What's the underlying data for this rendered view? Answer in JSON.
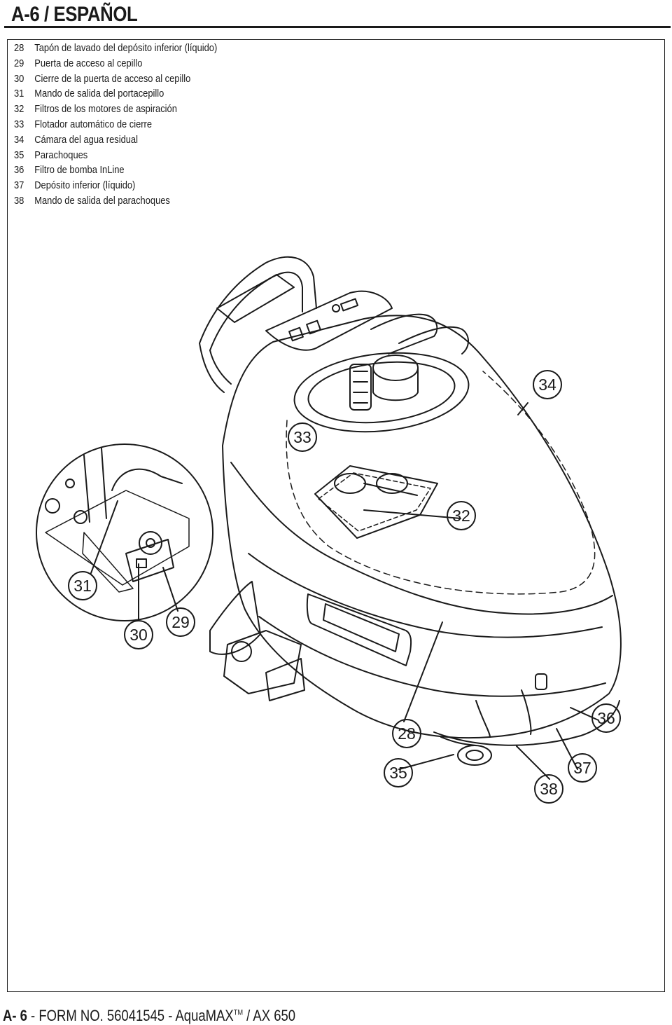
{
  "header": {
    "title": "A-6 / ESPAÑOL"
  },
  "parts": [
    {
      "num": "28",
      "label": "Tapón de lavado del depósito inferior (líquido)"
    },
    {
      "num": "29",
      "label": "Puerta de acceso al cepillo"
    },
    {
      "num": "30",
      "label": "Cierre de la puerta de acceso al cepillo"
    },
    {
      "num": "31",
      "label": "Mando de salida del portacepillo"
    },
    {
      "num": "32",
      "label": "Filtros de los motores de aspiración"
    },
    {
      "num": "33",
      "label": "Flotador automático de cierre"
    },
    {
      "num": "34",
      "label": "Cámara del agua residual"
    },
    {
      "num": "35",
      "label": "Parachoques"
    },
    {
      "num": "36",
      "label": "Filtro de bomba InLine"
    },
    {
      "num": "37",
      "label": "Depósito inferior (líquido)"
    },
    {
      "num": "38",
      "label": "Mando de salida del parachoques"
    }
  ],
  "callouts": {
    "c28": "28",
    "c29": "29",
    "c30": "30",
    "c31": "31",
    "c32": "32",
    "c33": "33",
    "c34": "34",
    "c35": "35",
    "c36": "36",
    "c37": "37",
    "c38": "38"
  },
  "footer": {
    "page": "A- 6",
    "form": " - FORM NO. 56041545 - AquaMAX",
    "tm": "TM",
    "model": " / AX 650"
  }
}
